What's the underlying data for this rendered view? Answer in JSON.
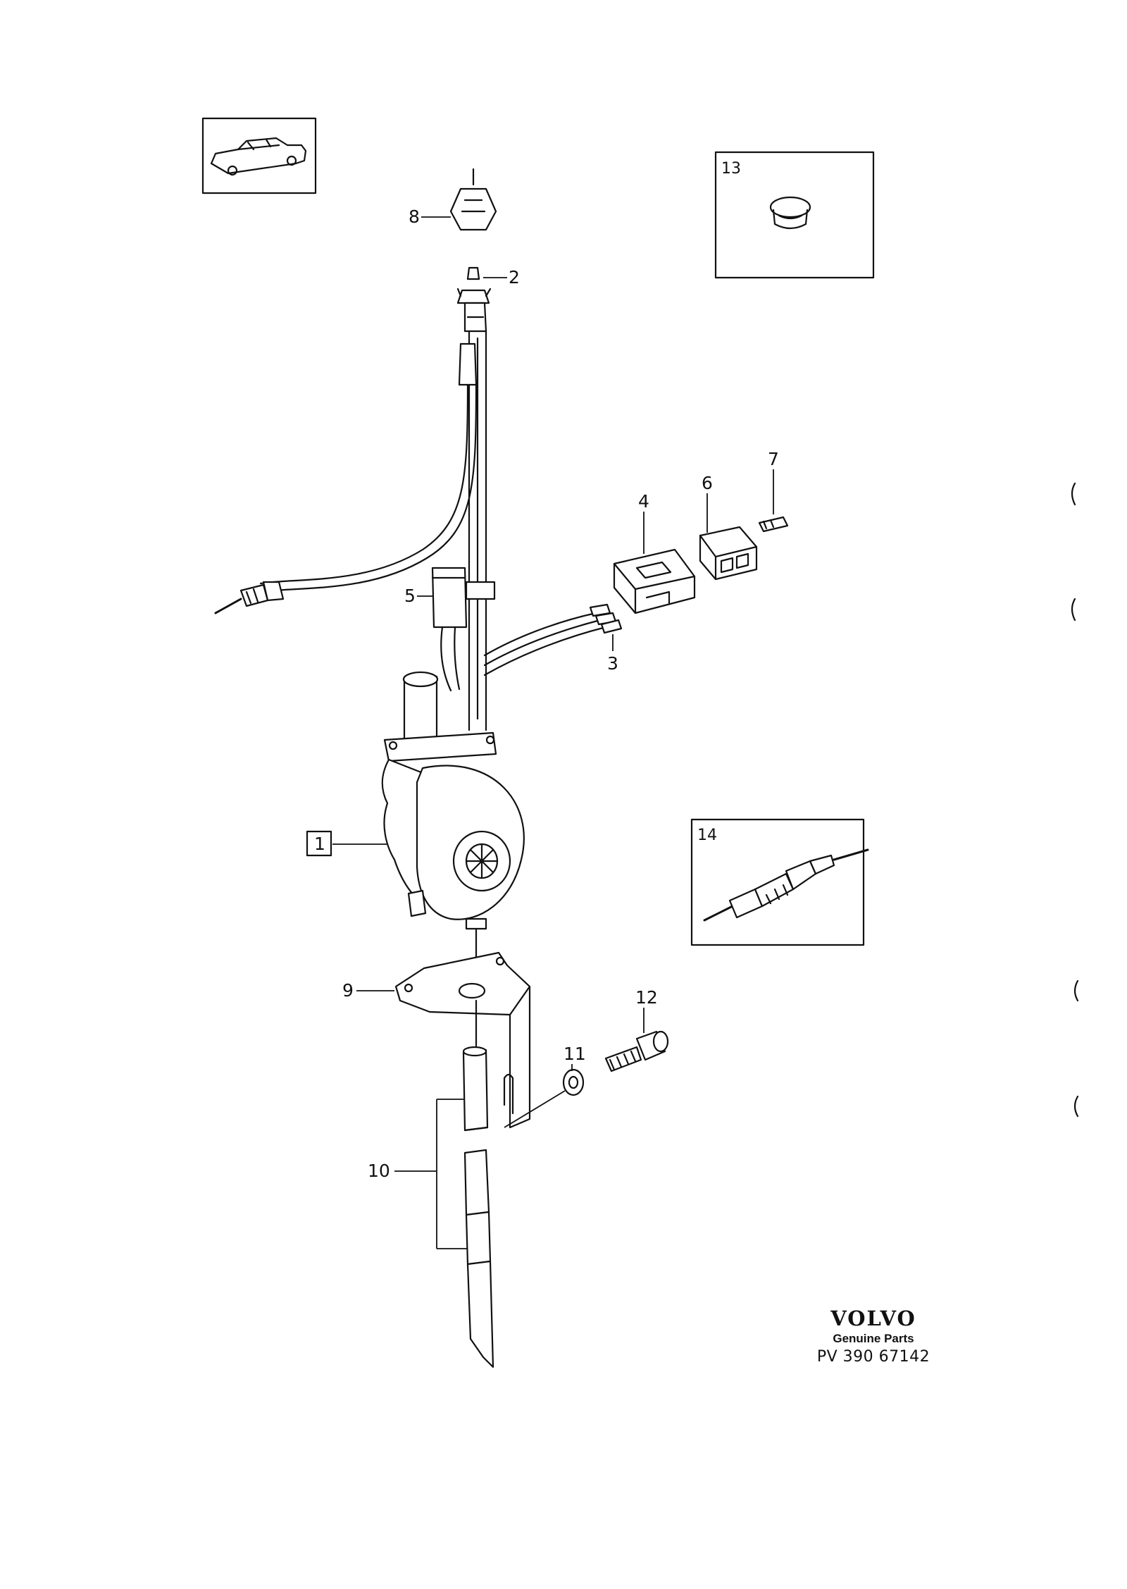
{
  "diagram": {
    "callouts": {
      "p1": "1",
      "p2": "2",
      "p3": "3",
      "p4": "4",
      "p5": "5",
      "p6": "6",
      "p7": "7",
      "p8": "8",
      "p9": "9",
      "p10": "10",
      "p11": "11",
      "p12": "12",
      "p13": "13",
      "p14": "14"
    },
    "brand": {
      "logo": "VOLVO",
      "subtitle": "Genuine Parts",
      "code": "PV 390 67142"
    }
  }
}
